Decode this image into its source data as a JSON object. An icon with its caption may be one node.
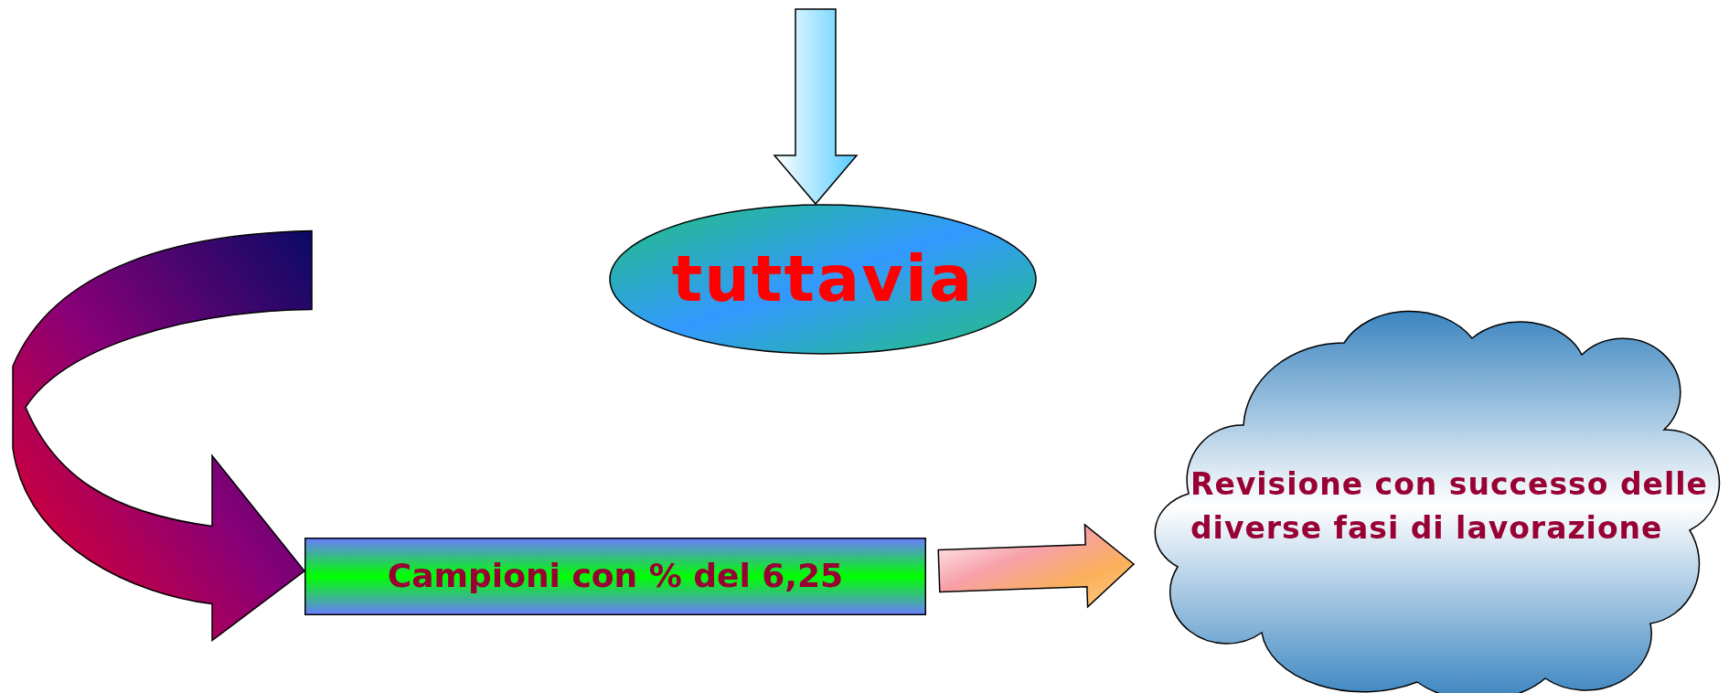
{
  "diagram": {
    "nodes": [
      {
        "text": [
          "tuttavia"
        ]
      },
      {
        "text": [
          "Campioni con % del 6,25"
        ]
      },
      {
        "text": [
          "Revisione con successo delle diverse fasi di lavorazione"
        ]
      }
    ],
    "edges": [
      {
        "from": null,
        "to": 0,
        "arrow": "to"
      },
      {
        "from": null,
        "to": 1,
        "arrow": "to"
      },
      {
        "from": 1,
        "to": 2,
        "arrow": "to"
      }
    ]
  }
}
